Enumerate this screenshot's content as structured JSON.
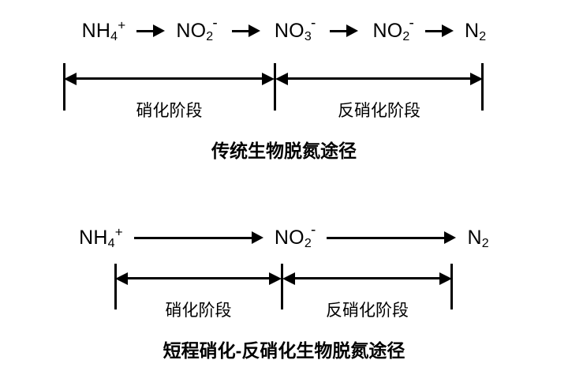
{
  "figure": {
    "background_color": "#ffffff",
    "ink_color": "#000000"
  },
  "diagrams": [
    {
      "id": "conventional",
      "caption": "传统生物脱氮途径",
      "chain": {
        "species": [
          {
            "base": "NH",
            "sub": "4",
            "sup": "+"
          },
          {
            "base": "NO",
            "sub": "2",
            "sup": "-"
          },
          {
            "base": "NO",
            "sub": "3",
            "sup": "-"
          },
          {
            "base": "NO",
            "sub": "2",
            "sup": "-"
          },
          {
            "base": "N",
            "sub": "2",
            "sup": ""
          }
        ],
        "arrow_count": 4,
        "arrow_style": "short"
      },
      "stages": [
        {
          "label": "硝化阶段"
        },
        {
          "label": "反硝化阶段"
        }
      ]
    },
    {
      "id": "shortcut",
      "caption": "短程硝化-反硝化生物脱氮途径",
      "chain": {
        "species": [
          {
            "base": "NH",
            "sub": "4",
            "sup": "+"
          },
          {
            "base": "NO",
            "sub": "2",
            "sup": "-"
          },
          {
            "base": "N",
            "sub": "2",
            "sup": ""
          }
        ],
        "arrow_count": 2,
        "arrow_style": "long"
      },
      "stages": [
        {
          "label": "硝化阶段"
        },
        {
          "label": "反硝化阶段"
        }
      ]
    }
  ]
}
